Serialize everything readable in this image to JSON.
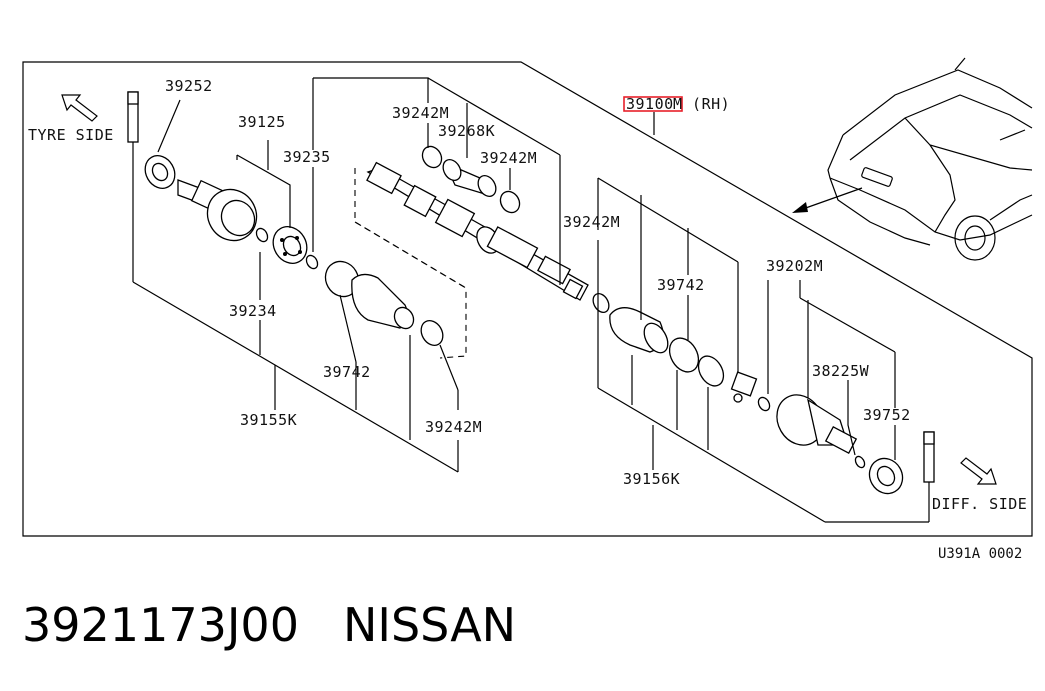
{
  "diagram": {
    "labels": {
      "tyre_side": "TYRE SIDE",
      "diff_side": "DIFF. SIDE",
      "p39252": "39252",
      "p39125": "39125",
      "p39235": "39235",
      "p39242m_a": "39242M",
      "p39268k": "39268K",
      "p39242m_b": "39242M",
      "p39100m_num": "39100",
      "p39100m_suffix": "M (RH)",
      "p39242m_c": "39242M",
      "p39742_a": "39742",
      "p39202m": "39202M",
      "p39234": "39234",
      "p39742_b": "39742",
      "p38225w": "38225W",
      "p39752": "39752",
      "p39155k": "39155K",
      "p39242m_d": "39242M",
      "p39156k": "39156K"
    },
    "figure_code": "U391A 0002",
    "highlight_color": "#e8202a"
  },
  "footer": {
    "part_number": "3921173J00",
    "brand": "NISSAN"
  }
}
